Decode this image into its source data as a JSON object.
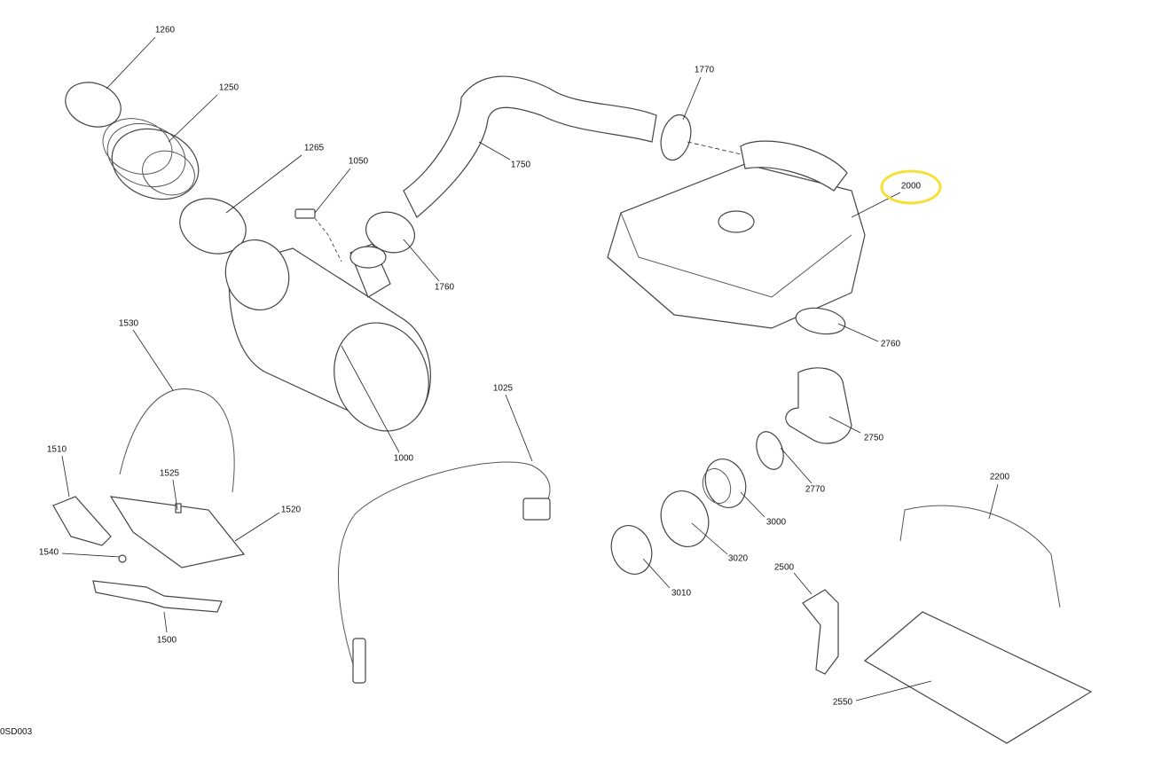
{
  "diagram": {
    "reference_code": "0SD003",
    "highlight_color": "#f5e03a",
    "highlighted_callout": "2000",
    "callouts": [
      "1260",
      "1250",
      "1265",
      "1050",
      "1750",
      "1770",
      "2000",
      "1760",
      "1530",
      "1000",
      "1025",
      "2760",
      "2750",
      "1510",
      "1525",
      "1520",
      "2770",
      "3000",
      "1540",
      "3020",
      "3010",
      "1500",
      "2500",
      "2200",
      "2550"
    ]
  }
}
